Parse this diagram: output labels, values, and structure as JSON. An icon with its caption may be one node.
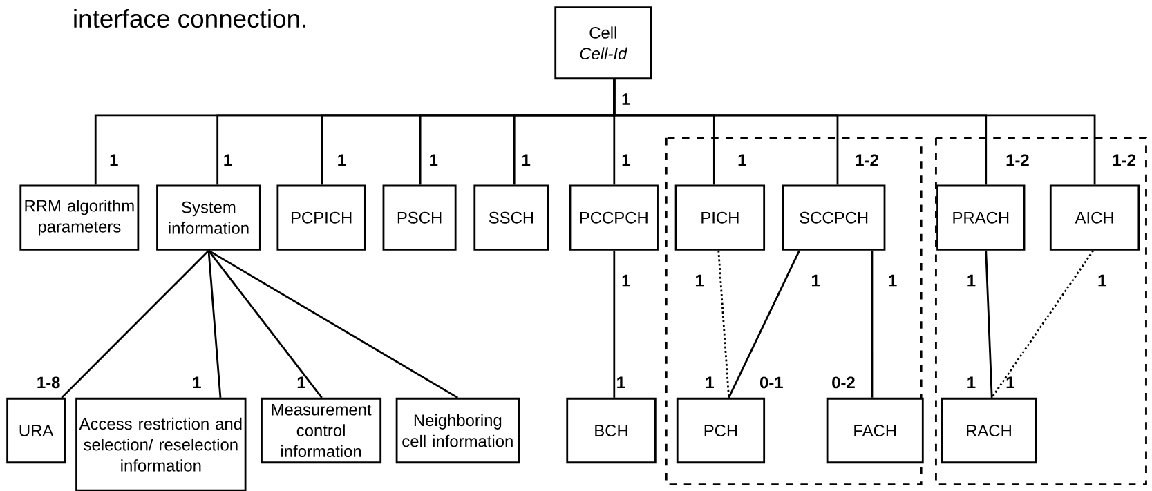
{
  "diagram": {
    "nodes": [
      {
        "text": [
          "Cell",
          "Cell-Id"
        ]
      },
      {
        "text": [
          "RRM algorithm parameters"
        ]
      },
      {
        "text": [
          "System information"
        ]
      },
      {
        "text": [
          "PCPICH"
        ]
      },
      {
        "text": [
          "PSCH"
        ]
      },
      {
        "text": [
          "SSCH"
        ]
      },
      {
        "text": [
          "PCCPCH"
        ]
      },
      {
        "text": [
          "PICH"
        ]
      },
      {
        "text": [
          "SCCPCH"
        ]
      },
      {
        "text": [
          "PRACH"
        ]
      },
      {
        "text": [
          "AICH"
        ]
      },
      {
        "text": [
          "URA"
        ]
      },
      {
        "text": [
          "Access restriction and selection/ reselection information"
        ]
      },
      {
        "text": [
          "Measurement control information"
        ]
      },
      {
        "text": [
          "Neighboring cell information"
        ]
      },
      {
        "text": [
          "BCH"
        ]
      },
      {
        "text": [
          "PCH"
        ]
      },
      {
        "text": [
          "FACH"
        ]
      },
      {
        "text": [
          "RACH"
        ]
      }
    ],
    "edges": [
      {
        "from": 0,
        "to": 1,
        "arrow": "none",
        "label": "1"
      },
      {
        "from": 0,
        "to": 2,
        "arrow": "none",
        "label": "1"
      },
      {
        "from": 0,
        "to": 3,
        "arrow": "none",
        "label": "1"
      },
      {
        "from": 0,
        "to": 4,
        "arrow": "none",
        "label": "1"
      },
      {
        "from": 0,
        "to": 5,
        "arrow": "none",
        "label": "1"
      },
      {
        "from": 0,
        "to": 6,
        "arrow": "none",
        "label": "1"
      },
      {
        "from": 0,
        "to": 7,
        "arrow": "none",
        "label": "1"
      },
      {
        "from": 0,
        "to": 8,
        "arrow": "none",
        "label": "1-2"
      },
      {
        "from": 0,
        "to": 9,
        "arrow": "none",
        "label": "1-2"
      },
      {
        "from": 0,
        "to": 10,
        "arrow": "none",
        "label": "1-2"
      },
      {
        "from": 2,
        "to": 11,
        "arrow": "none",
        "label": "1-8"
      },
      {
        "from": 2,
        "to": 12,
        "arrow": "none",
        "label": "1"
      },
      {
        "from": 2,
        "to": 13,
        "arrow": "none",
        "label": "1"
      },
      {
        "from": 2,
        "to": 14,
        "arrow": "none"
      },
      {
        "from": 6,
        "to": 15,
        "arrow": "none",
        "label": "1"
      },
      {
        "from": 7,
        "to": 16,
        "arrow": "none",
        "label": "1",
        "style": "dashed"
      },
      {
        "from": 8,
        "to": 16,
        "arrow": "none",
        "label": "0-1"
      },
      {
        "from": 8,
        "to": 17,
        "arrow": "none",
        "label": "0-2"
      },
      {
        "from": 9,
        "to": 18,
        "arrow": "none",
        "label": "1"
      },
      {
        "from": 10,
        "to": 18,
        "arrow": "none",
        "label": "1",
        "style": "dashed"
      }
    ],
    "labels": [
      "interface connection.",
      "1",
      "1",
      "1",
      "1",
      "1",
      "1",
      "1"
    ]
  }
}
